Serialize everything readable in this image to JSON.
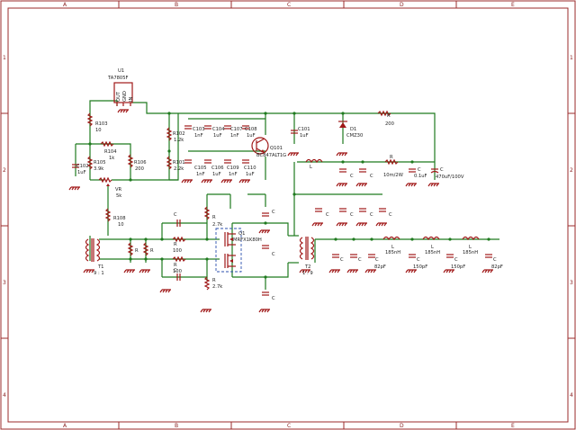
{
  "frame": {
    "columns": [
      "A",
      "B",
      "C",
      "D",
      "E"
    ],
    "rows": [
      "1",
      "2",
      "3",
      "4"
    ]
  },
  "labels": {
    "u1_ref": "U1",
    "u1_value": "TA7805F",
    "u1_pins": [
      "OUT",
      "GND",
      "IN"
    ],
    "r103": "R103",
    "r103_v": "10",
    "r104": "R104",
    "r104_v": "1k",
    "r105": "R105",
    "r105_v": "3.9k",
    "r106": "R106",
    "r106_v": "200",
    "c102": "C102",
    "c102_v": "1uF",
    "vr": "VR",
    "vr_v": "5k",
    "r108": "R108",
    "r108_v": "10",
    "r102": "R102",
    "r102_v": "1.2k",
    "r101": "R101",
    "r101_v": "2.2k",
    "c103": "C103",
    "c103_v": "1nF",
    "c104": "C104",
    "c104_v": "1uF",
    "c107": "C107",
    "c107_v": "1nF",
    "c108": "C108",
    "c108_v": "1uF",
    "c105": "C105",
    "c105_v": "1nF",
    "c106": "C106",
    "c106_v": "1uF",
    "c109": "C109",
    "c109_v": "1nF",
    "c110": "C110",
    "c110_v": "1uF",
    "q101": "Q101",
    "q101_v": "BC847ALT1G",
    "c101": "C101",
    "c101_v": "1uF",
    "d1": "D1",
    "d1_v": "CMZ30",
    "r_top": "R",
    "r_top_v": "200",
    "l_mid": "L",
    "r_mid": "R",
    "r_mid_v": "10m/2W",
    "c_mid": "C",
    "c_mid_v": "0.1uF",
    "c_bulk": "C",
    "c_bulk_v": "470uF/100V",
    "c_generic": "C",
    "r_generic": "R",
    "r100": "100",
    "r2_7k": "2.7k",
    "q1": "Q1",
    "q1_v": "MRFX1K80H",
    "t1": "T1",
    "t1_ratio": "9 : 1",
    "t2": "T2",
    "t2_ratio": "1 : 9",
    "c_82pf": "82pF",
    "c_150pf": "150pF",
    "l_generic": "L",
    "l_185nh": "185nH"
  }
}
